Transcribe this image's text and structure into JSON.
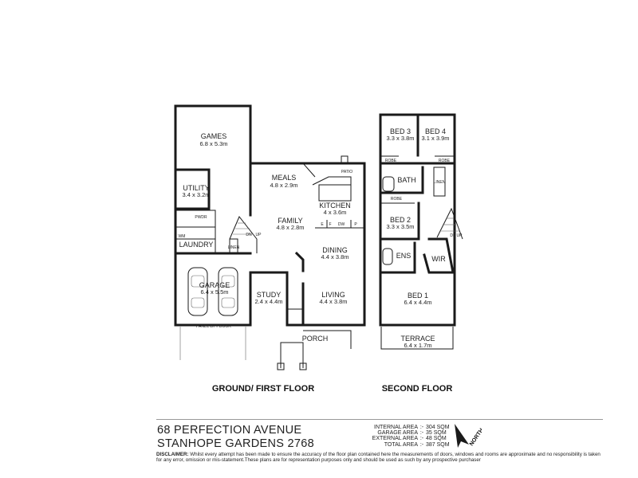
{
  "rooms": {
    "games": {
      "name": "GAMES",
      "dim": "6.8 x 5.3m"
    },
    "utility": {
      "name": "UTILITY",
      "dim": "3.4 x 3.2m"
    },
    "pwdr": {
      "name": "PWDR"
    },
    "laundry": {
      "name": "LAUNDRY"
    },
    "meals": {
      "name": "MEALS",
      "dim": "4.8 x 2.9m"
    },
    "patio": {
      "name": "PATIO"
    },
    "kitchen": {
      "name": "KITCHEN",
      "dim": "4 x 3.6m"
    },
    "family": {
      "name": "FAMILY",
      "dim": "4.8 x 2.8m"
    },
    "dining": {
      "name": "DINING",
      "dim": "4.4 x 3.8m"
    },
    "garage": {
      "name": "GARAGE",
      "dim": "6.4 x 5.5m"
    },
    "study": {
      "name": "STUDY",
      "dim": "2.4 x 4.4m"
    },
    "living": {
      "name": "LIVING",
      "dim": "4.4 x 3.8m"
    },
    "porch": {
      "name": "PORCH"
    },
    "linen_ground": {
      "name": "LINEN"
    },
    "bed3": {
      "name": "BED 3",
      "dim": "3.3 x 3.8m"
    },
    "bed4": {
      "name": "BED 4",
      "dim": "3.1 x 3.9m"
    },
    "robe_a": {
      "name": "ROBE"
    },
    "robe_b": {
      "name": "ROBE"
    },
    "robe_c": {
      "name": "ROBE"
    },
    "bath": {
      "name": "BATH"
    },
    "linen_second": {
      "name": "LINEN"
    },
    "bed2": {
      "name": "BED 2",
      "dim": "3.3 x 3.5m"
    },
    "ens": {
      "name": "ENS"
    },
    "wir": {
      "name": "WIR"
    },
    "bed1": {
      "name": "BED 1",
      "dim": "6.4 x 4.4m"
    },
    "terrace": {
      "name": "TERRACE",
      "dim": "6.4 x 1.7m"
    }
  },
  "fixtures": {
    "panel_lift_door": "PANEL LIFT DOOR",
    "wm": "WM",
    "up": "UP",
    "dn": "DN",
    "up2": "UP",
    "dn2": "DN",
    "fridge": "F",
    "pantry": "P",
    "dw": "DW",
    "cooktop": "E"
  },
  "floors": {
    "ground": "GROUND/ FIRST FLOOR",
    "second": "SECOND FLOOR"
  },
  "address": {
    "line1": "68 PERFECTION AVENUE",
    "line2": "STANHOPE GARDENS 2768"
  },
  "areas": [
    {
      "label": "INTERNAL AREA",
      "value": "304 SQM"
    },
    {
      "label": "GARAGE AREA",
      "value": "35 SQM"
    },
    {
      "label": "EXTERNAL AREA",
      "value": "48 SQM"
    },
    {
      "label": "TOTAL AREA",
      "value": "387 SQM"
    }
  ],
  "north_label": "NORTH",
  "disclaimer": {
    "label": "DISCLAIMER:",
    "text": "Whilst every attempt has been made to ensure the accuracy of the floor plan contained here the measurements of doors, windows and rooms are approximate and no responsibility is taken for any error, omission or mis-statement.These plans are for representation purposes only and should be used as such by any prospective purchaser"
  }
}
